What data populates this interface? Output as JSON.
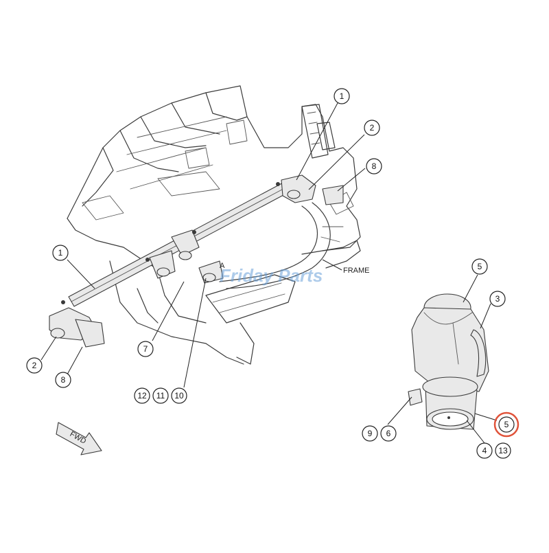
{
  "diagram": {
    "watermark": "Friday Parts",
    "frame_label": "FRAME",
    "section_label": "A",
    "fwd_label": "FWD",
    "callouts": [
      {
        "id": "callout-1-top",
        "number": "1"
      },
      {
        "id": "callout-2-top",
        "number": "2"
      },
      {
        "id": "callout-8-top",
        "number": "8"
      },
      {
        "id": "callout-1-left",
        "number": "1"
      },
      {
        "id": "callout-2-left",
        "number": "2"
      },
      {
        "id": "callout-8-left",
        "number": "8"
      },
      {
        "id": "callout-7",
        "number": "7"
      },
      {
        "id": "callout-12",
        "number": "12"
      },
      {
        "id": "callout-11",
        "number": "11"
      },
      {
        "id": "callout-10",
        "number": "10"
      },
      {
        "id": "callout-5-top",
        "number": "5"
      },
      {
        "id": "callout-3",
        "number": "3"
      },
      {
        "id": "callout-9",
        "number": "9"
      },
      {
        "id": "callout-6",
        "number": "6"
      },
      {
        "id": "callout-5-highlight",
        "number": "5"
      },
      {
        "id": "callout-4",
        "number": "4"
      },
      {
        "id": "callout-13",
        "number": "13"
      }
    ],
    "highlight_color": "#e0533a"
  }
}
